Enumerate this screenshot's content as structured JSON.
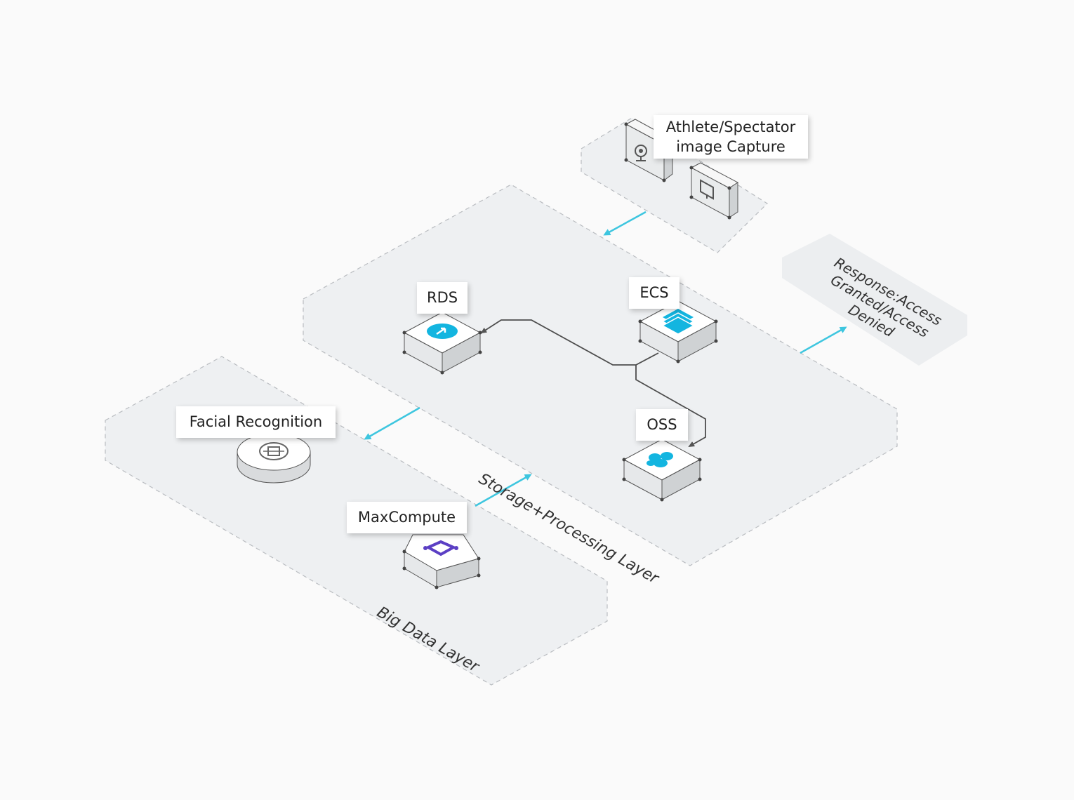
{
  "layers": {
    "storage": {
      "label": "Storage+Processing Layer"
    },
    "big_data": {
      "label": "Big Data Layer"
    }
  },
  "capture": {
    "label": "Athlete/Spectator image Capture"
  },
  "response": {
    "label": "Response:Access Granted/Access Denied"
  },
  "services": {
    "rds": {
      "label": "RDS",
      "icon": "database-icon"
    },
    "ecs": {
      "label": "ECS",
      "icon": "server-icon"
    },
    "oss": {
      "label": "OSS",
      "icon": "cloud-storage-icon"
    },
    "facial": {
      "label": "Facial Recognition",
      "icon": "face-scan-icon"
    },
    "maxcompute": {
      "label": "MaxCompute",
      "icon": "compute-icon"
    }
  },
  "colors": {
    "arrow": "#3ec6df",
    "icon_blue": "#13b5e0",
    "icon_purple": "#5b3fc4",
    "zone_fill": "#eef0f2",
    "zone_stroke": "#b9bcc0"
  }
}
